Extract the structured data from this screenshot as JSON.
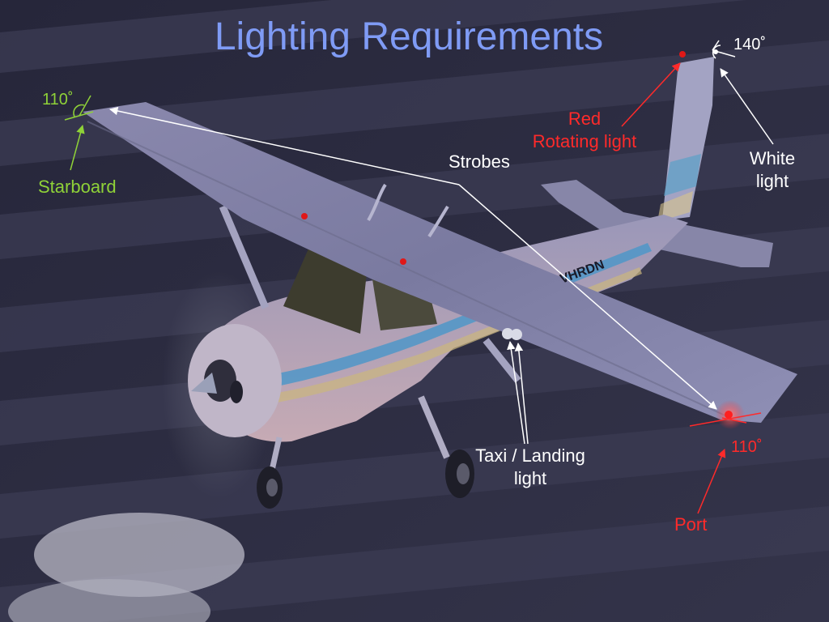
{
  "slide": {
    "title": "Lighting Requirements"
  },
  "labels": {
    "starboard_angle": "110˚",
    "starboard": "Starboard",
    "strobes": "Strobes",
    "red_rotating": "Red\nRotating light",
    "white_angle": "140˚",
    "white_light": "White\nlight",
    "taxi_landing": "Taxi / Landing\nlight",
    "port_angle": "110˚",
    "port": "Port"
  },
  "aircraft": {
    "registration": "VHRDN"
  },
  "colors": {
    "title": "#7f9bf5",
    "starboard": "#8fd238",
    "port": "#ff2a2a",
    "red_light": "#e01818",
    "white": "#ffffff",
    "background": "#2d2d40",
    "stripe": "#3a3a52"
  }
}
